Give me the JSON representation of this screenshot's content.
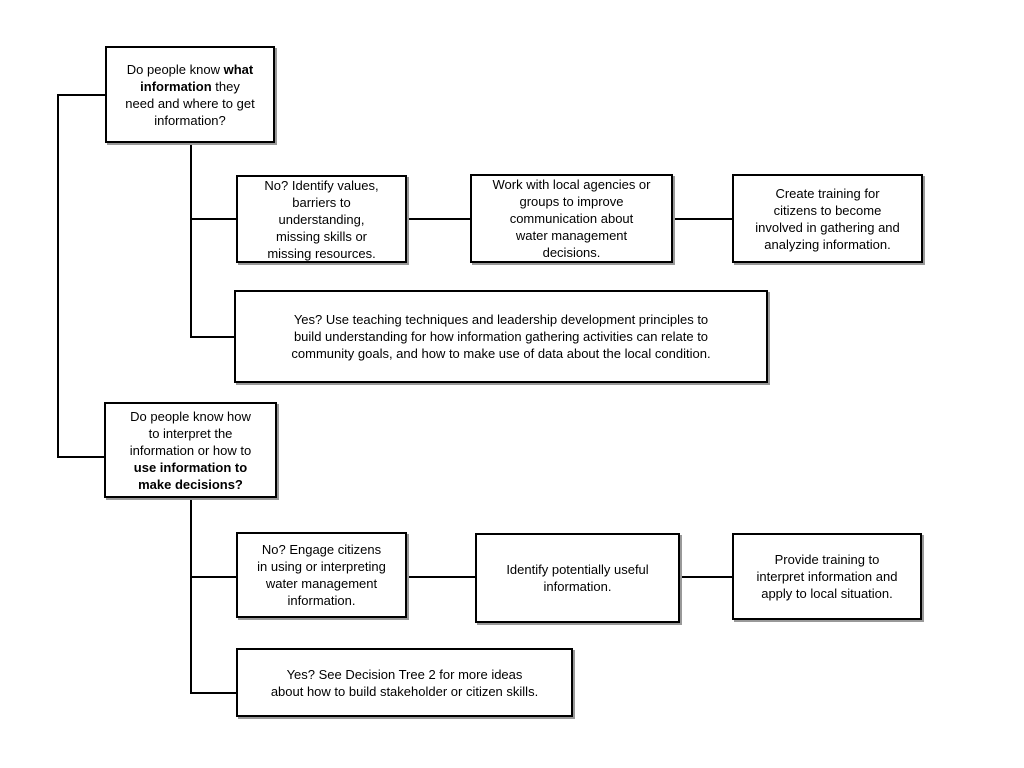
{
  "colors": {
    "background": "#ffffff",
    "box_fill": "#ffffff",
    "box_border": "#000000",
    "box_shadow": "#999999",
    "line": "#000000",
    "text": "#000000"
  },
  "nodes": {
    "q1": {
      "role": "question",
      "parts": [
        {
          "text": "Do people know "
        },
        {
          "text": "what",
          "bold": true,
          "br": true
        },
        {
          "text": "information",
          "bold": true
        },
        {
          "text": " they",
          "br": true
        },
        {
          "text": "need and where to get",
          "br": true
        },
        {
          "text": "information?"
        }
      ]
    },
    "r1_no": {
      "role": "answer-no",
      "parts": [
        {
          "text": "No? Identify values,",
          "br": true
        },
        {
          "text": "barriers to",
          "br": true
        },
        {
          "text": "understanding,",
          "br": true
        },
        {
          "text": "missing skills or",
          "br": true
        },
        {
          "text": "missing resources."
        }
      ]
    },
    "r1_step2": {
      "role": "action",
      "parts": [
        {
          "text": "Work with local agencies or",
          "br": true
        },
        {
          "text": "groups to improve",
          "br": true
        },
        {
          "text": "communication about",
          "br": true
        },
        {
          "text": "water management",
          "br": true
        },
        {
          "text": "decisions."
        }
      ]
    },
    "r1_step3": {
      "role": "action",
      "parts": [
        {
          "text": "Create training for",
          "br": true
        },
        {
          "text": "citizens to become",
          "br": true
        },
        {
          "text": "involved in gathering and",
          "br": true
        },
        {
          "text": "analyzing information."
        }
      ]
    },
    "r1_yes": {
      "role": "answer-yes",
      "parts": [
        {
          "text": "Yes? Use teaching techniques and leadership development principles to",
          "br": true
        },
        {
          "text": "build understanding for how information gathering activities can relate to",
          "br": true
        },
        {
          "text": "community goals, and how to make use of data about the local condition."
        }
      ]
    },
    "q2": {
      "role": "question",
      "parts": [
        {
          "text": "Do people know how",
          "br": true
        },
        {
          "text": "to interpret the",
          "br": true
        },
        {
          "text": "information or how to",
          "br": true
        },
        {
          "text": "use information to",
          "bold": true,
          "br": true
        },
        {
          "text": "make decisions?",
          "bold": true
        }
      ]
    },
    "r2_no": {
      "role": "answer-no",
      "parts": [
        {
          "text": "No? Engage citizens",
          "br": true
        },
        {
          "text": "in using or interpreting",
          "br": true
        },
        {
          "text": "water management",
          "br": true
        },
        {
          "text": "information."
        }
      ]
    },
    "r2_step2": {
      "role": "action",
      "parts": [
        {
          "text": "Identify potentially useful",
          "br": true
        },
        {
          "text": "information."
        }
      ]
    },
    "r2_step3": {
      "role": "action",
      "parts": [
        {
          "text": "Provide training to",
          "br": true
        },
        {
          "text": "interpret information and",
          "br": true
        },
        {
          "text": "apply to local situation."
        }
      ]
    },
    "r2_yes": {
      "role": "answer-yes",
      "parts": [
        {
          "text": "Yes? See Decision Tree 2 for more ideas",
          "br": true
        },
        {
          "text": "about how to build stakeholder or citizen skills."
        }
      ]
    }
  }
}
